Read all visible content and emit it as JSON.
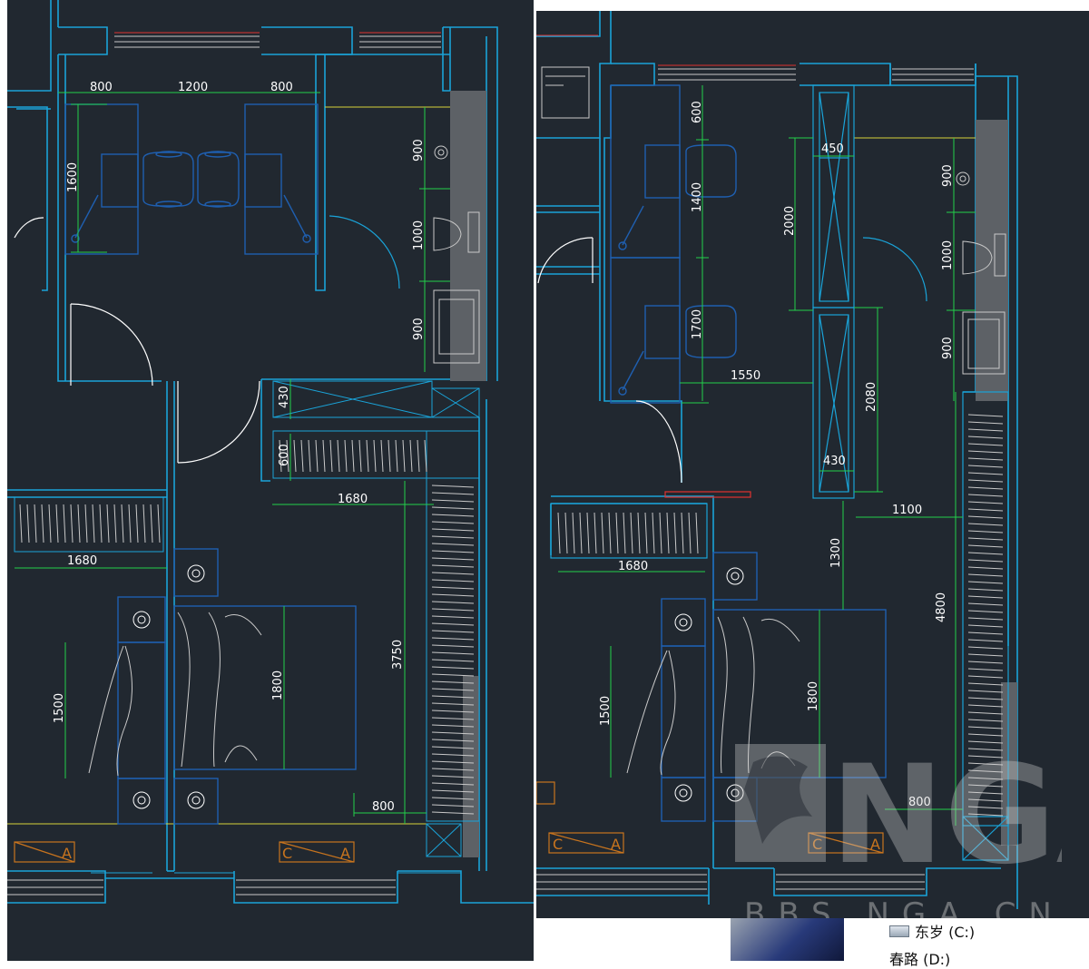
{
  "left_plan": {
    "dimensions": {
      "top_left_800": "800",
      "top_1200": "1200",
      "top_right_800": "800",
      "desk_1600": "1600",
      "wc_900_top": "900",
      "wc_1000": "1000",
      "wc_900_bottom": "900",
      "d_430": "430",
      "d_600": "600",
      "d_1680_right": "1680",
      "d_1680_left": "1680",
      "d_3750": "3750",
      "d_1800": "1800",
      "d_1500": "1500",
      "d_800_bottom": "800"
    }
  },
  "right_plan": {
    "dimensions": {
      "r_600": "600",
      "r_1400": "1400",
      "r_1700": "1700",
      "r_1550": "1550",
      "r_2000": "2000",
      "r_450": "450",
      "r_2080": "2080",
      "r_430": "430",
      "r_900_top": "900",
      "r_1000": "1000",
      "r_900_bottom": "900",
      "r_1100": "1100",
      "r_1300": "1300",
      "r_4800": "4800",
      "r_1680": "1680",
      "r_1800": "1800",
      "r_1500": "1500",
      "r_800": "800"
    }
  },
  "watermark": {
    "logo_text": "NGA",
    "site_text": "BBS.NGA.CN"
  },
  "taskbar": {
    "drive_c": "东岁 (C:)",
    "drive_d": "春路 (D:)"
  },
  "colors": {
    "background": "#212830",
    "wall": "#1aa3d8",
    "furniture": "#1f5fb0",
    "dimension": "#22d04a",
    "text": "#ffffff",
    "accent_orange": "#c8741e",
    "marker_red": "#e0322f",
    "wall_grey": "#5d6166"
  }
}
